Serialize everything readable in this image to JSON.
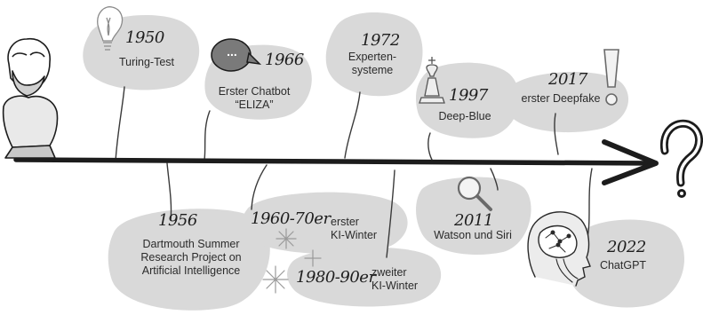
{
  "events": [
    {
      "year": "1950",
      "label": "Turing-Test",
      "side": "top",
      "icon": "lightbulb-icon"
    },
    {
      "year": "1956",
      "label": "Dartmouth Summer\nResearch Project on\nArtificial Intelligence",
      "side": "bottom",
      "icon": ""
    },
    {
      "year": "1960-70er",
      "label": "erster\nKI-Winter",
      "side": "bottom",
      "icon": "sparkle-icon"
    },
    {
      "year": "1966",
      "label": "Erster Chatbot\n“ELIZA”",
      "side": "top",
      "icon": "speech-bubble-icon"
    },
    {
      "year": "1972",
      "label": "Experten-\nsysteme",
      "side": "top",
      "icon": ""
    },
    {
      "year": "1980-90er",
      "label": "zweiter\nKI-Winter",
      "side": "bottom",
      "icon": "sparkle-icon"
    },
    {
      "year": "1997",
      "label": "Deep-Blue",
      "side": "top",
      "icon": "chess-king-icon"
    },
    {
      "year": "2011",
      "label": "Watson und Siri",
      "side": "bottom",
      "icon": "magnifier-icon"
    },
    {
      "year": "2017",
      "label": "erster Deepfake",
      "side": "top",
      "icon": "exclamation-icon"
    },
    {
      "year": "2022",
      "label": "ChatGPT",
      "side": "bottom",
      "icon": "brain-head-icon"
    }
  ],
  "icons": {
    "start": "philosopher-bust-icon",
    "end": "question-mark-icon",
    "eliza_dots": "..."
  },
  "colors": {
    "blob": "#d9d9d9",
    "line": "#1c1c1c",
    "text": "#2b2b2b"
  }
}
